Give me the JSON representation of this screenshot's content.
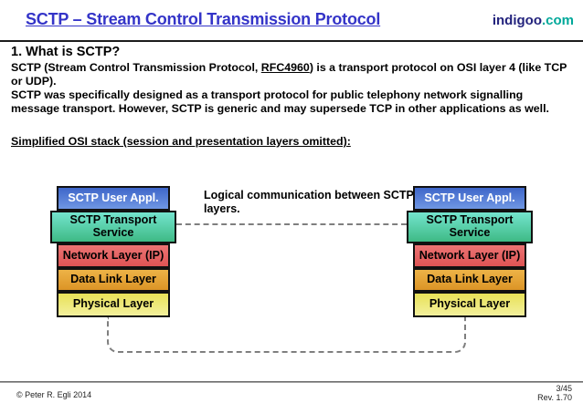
{
  "header": {
    "title": "SCTP – Stream Control Transmission Protocol",
    "logo_name": "indigoo",
    "logo_tld": ".com"
  },
  "content": {
    "heading": "1. What is SCTP?",
    "para1_before": "SCTP (Stream Control Transmission Protocol, ",
    "para1_link": "RFC4960",
    "para1_after": ") is a transport protocol on OSI layer 4 (like TCP or UDP).",
    "para2": "SCTP was specifically designed as a transport protocol for public telephony network signalling message transport. However, SCTP is generic and may supersede TCP in other applications as well.",
    "diagram_caption": "Simplified OSI stack (session and presentation layers omitted):"
  },
  "diagram": {
    "annotation": "Logical communication between SCTP layers.",
    "layers": [
      {
        "label": "SCTP User Appl."
      },
      {
        "label": "SCTP Transport Service"
      },
      {
        "label": "Network Layer (IP)"
      },
      {
        "label": "Data Link Layer"
      },
      {
        "label": "Physical Layer"
      }
    ],
    "colors": {
      "layer_blue": "#4a74d8",
      "layer_teal": "#52cfa5",
      "layer_red": "#e56060",
      "layer_orange": "#e5a334",
      "layer_yellow": "#ece36f",
      "dash_gray": "#7f7f7f"
    }
  },
  "footer": {
    "copyright": "© Peter R. Egli 2014",
    "page": "3/45",
    "revision": "Rev. 1.70"
  },
  "colors": {
    "title_blue": "#3434c8",
    "logo_navy": "#23237d",
    "logo_teal": "#00a89a"
  }
}
